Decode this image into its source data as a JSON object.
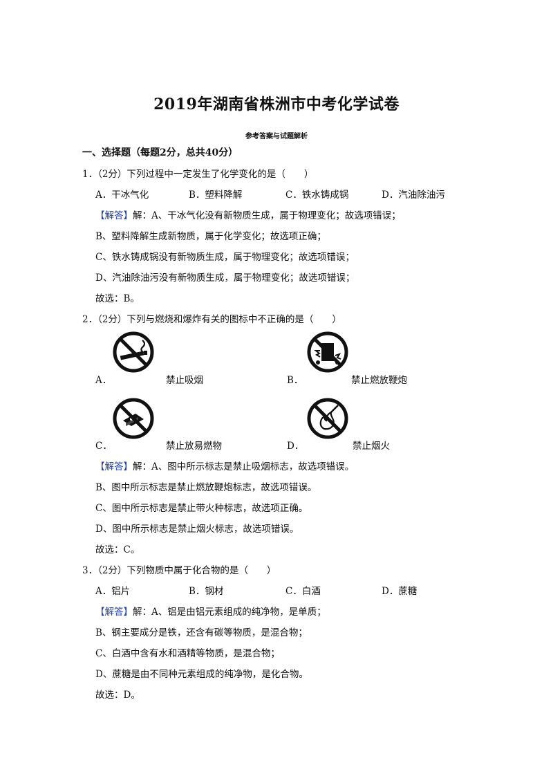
{
  "title": "2019年湖南省株洲市中考化学试卷",
  "subtitle": "参考答案与试题解析",
  "section": "一、选择题（每题2分，总共40分）",
  "answer_tag": "【解答】",
  "q1": {
    "stem": "1．（2分）下列过程中一定发生了化学变化的是（　　）",
    "options": [
      "A．干冰气化",
      "B．塑料降解",
      "C．铁水铸成锅",
      "D．汽油除油污"
    ],
    "a1": "解：A、干冰气化没有新物质生成，属于物理变化；故选项错误；",
    "a2": "B、塑料降解生成新物质，属于化学变化；故选项正确；",
    "a3": "C、铁水铸成锅没有新物质生成，属于物理变化；故选项错误；",
    "a4": "D、汽油除油污没有新物质生成，属于物理变化；故选项错误；",
    "final": "故选：B。"
  },
  "q2": {
    "stem": "2．（2分）下列与燃烧和爆炸有关的图标中不正确的是（　　）",
    "options": [
      {
        "letter": "A．",
        "caption": "禁止吸烟",
        "icon": "no-smoking-icon"
      },
      {
        "letter": "B．",
        "caption": "禁止燃放鞭炮",
        "icon": "no-firecrackers-icon"
      },
      {
        "letter": "C．",
        "caption": "禁止放易燃物",
        "icon": "no-flammables-icon"
      },
      {
        "letter": "D．",
        "caption": "禁止烟火",
        "icon": "no-fire-icon"
      }
    ],
    "a1": "解：A、图中所示标志是禁止吸烟标志，故选项错误。",
    "a2": "B、图中所示标志是禁止燃放鞭炮标志，故选项错误。",
    "a3": "C、图中所示标志是禁止带火种标志，故选项正确。",
    "a4": "D、图中所示标志是禁止烟火标志，故选项错误。",
    "final": "故选：C。"
  },
  "q3": {
    "stem": "3．（2分）下列物质中属于化合物的是（　　）",
    "options": [
      "A．铝片",
      "B．钢材",
      "C．白酒",
      "D．蔗糖"
    ],
    "a1": "解：A、铝是由铝元素组成的纯净物，是单质；",
    "a2": "B、钢主要成分是铁，还含有碳等物质，是混合物；",
    "a3": "C、白酒中含有水和酒精等物质，是混合物；",
    "a4": "D、蔗糖是由不同种元素组成的纯净物，是化合物。",
    "final": "故选：D。"
  }
}
